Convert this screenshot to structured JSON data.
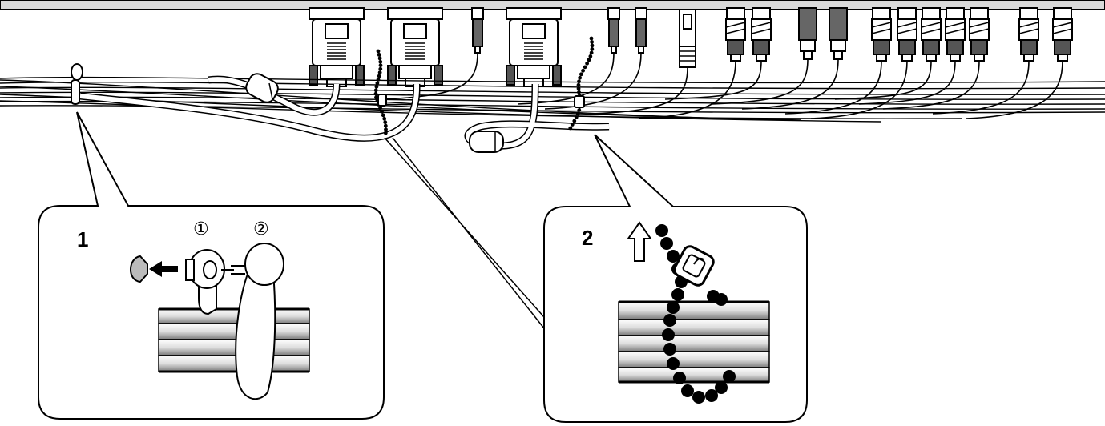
{
  "callouts": {
    "step1": {
      "number": "1",
      "part_labels": [
        "①",
        "②"
      ]
    },
    "step2": {
      "number": "2"
    }
  },
  "colors": {
    "line": "#000000",
    "panel": "#d9d9d9",
    "connector_dark": "#555555",
    "background": "#ffffff"
  },
  "icons": [
    "cable-clamp-icon",
    "bead-tie-icon",
    "up-arrow-icon",
    "left-arrow-icon"
  ]
}
